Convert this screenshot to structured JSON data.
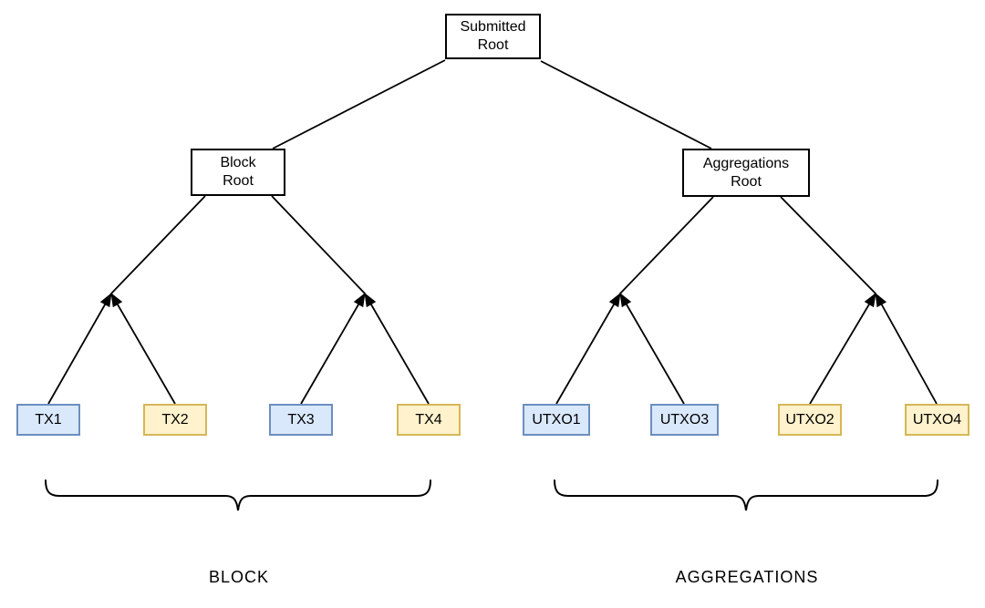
{
  "nodes": {
    "submitted_root": {
      "label": "Submitted\nRoot",
      "fill": "#ffffff",
      "border": "#000000"
    },
    "block_root": {
      "label": "Block\nRoot",
      "fill": "#ffffff",
      "border": "#000000"
    },
    "aggregations_root": {
      "label": "Aggregations\nRoot",
      "fill": "#ffffff",
      "border": "#000000"
    },
    "tx1": {
      "label": "TX1",
      "fill": "#dae8fc",
      "border": "#6c8ebf"
    },
    "tx2": {
      "label": "TX2",
      "fill": "#fff2cc",
      "border": "#d6b656"
    },
    "tx3": {
      "label": "TX3",
      "fill": "#dae8fc",
      "border": "#6c8ebf"
    },
    "tx4": {
      "label": "TX4",
      "fill": "#fff2cc",
      "border": "#d6b656"
    },
    "utxo1": {
      "label": "UTXO1",
      "fill": "#dae8fc",
      "border": "#6c8ebf"
    },
    "utxo3": {
      "label": "UTXO3",
      "fill": "#dae8fc",
      "border": "#6c8ebf"
    },
    "utxo2": {
      "label": "UTXO2",
      "fill": "#fff2cc",
      "border": "#d6b656"
    },
    "utxo4": {
      "label": "UTXO4",
      "fill": "#fff2cc",
      "border": "#d6b656"
    }
  },
  "group_labels": {
    "block": "BLOCK",
    "aggregations": "AGGREGATIONS"
  },
  "line_color": "#000000"
}
